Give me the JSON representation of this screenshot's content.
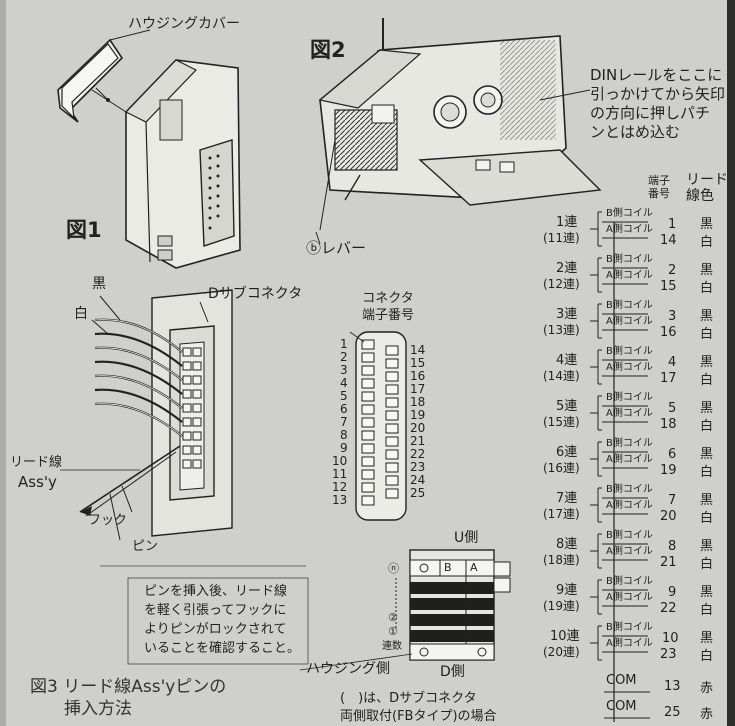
{
  "figures": {
    "fig1": {
      "number": "図1",
      "housing_cover": "ハウジングカバー",
      "black": "黒",
      "white": "白",
      "dsub_connector": "Dサブコネクタ",
      "lead_assy_line1": "リード線",
      "lead_assy_line2": "Ass'y",
      "hook": "フック",
      "pin": "ピン",
      "instruction": [
        "ピンを挿入後、リード線",
        "を軽く引張ってフックに",
        "よりピンがロックされて",
        "いることを確認すること。"
      ]
    },
    "fig2": {
      "number": "図2",
      "din_note": [
        "DINレールをここに",
        "引っかけてから矢印",
        "の方向に押しパチ",
        "ンとはめ込む"
      ],
      "lever": "ⓑレバー"
    },
    "connector": {
      "title_line1": "コネクタ",
      "title_line2": "端子番号",
      "left_pins": [
        "1",
        "2",
        "3",
        "4",
        "5",
        "6",
        "7",
        "8",
        "9",
        "10",
        "11",
        "12",
        "13"
      ],
      "right_pins": [
        "14",
        "15",
        "16",
        "17",
        "18",
        "19",
        "20",
        "21",
        "22",
        "23",
        "24",
        "25"
      ]
    },
    "manifold": {
      "u_side": "U側",
      "d_side": "D側",
      "b": "B",
      "a": "A",
      "n": "ⓝ",
      "two": "②",
      "one": "①",
      "stations": "連数",
      "housing_side": "ハウジング側"
    },
    "fig3_caption": [
      "図3 リード線Ass'yピンの",
      "挿入方法"
    ],
    "footnote": [
      "(　)は、Dサブコネクタ",
      "両側取付(FBタイプ)の場合"
    ]
  },
  "wiring_table": {
    "header_terminal": [
      "端子",
      "番号"
    ],
    "header_lead": [
      "リード",
      "線色"
    ],
    "coil_b": "B側コイル",
    "coil_a": "A側コイル",
    "rows": [
      {
        "station": "1連",
        "alt": "(11連)",
        "b_pin": "1",
        "a_pin": "14",
        "b_color": "黒",
        "a_color": "白"
      },
      {
        "station": "2連",
        "alt": "(12連)",
        "b_pin": "2",
        "a_pin": "15",
        "b_color": "黒",
        "a_color": "白"
      },
      {
        "station": "3連",
        "alt": "(13連)",
        "b_pin": "3",
        "a_pin": "16",
        "b_color": "黒",
        "a_color": "白"
      },
      {
        "station": "4連",
        "alt": "(14連)",
        "b_pin": "4",
        "a_pin": "17",
        "b_color": "黒",
        "a_color": "白"
      },
      {
        "station": "5連",
        "alt": "(15連)",
        "b_pin": "5",
        "a_pin": "18",
        "b_color": "黒",
        "a_color": "白"
      },
      {
        "station": "6連",
        "alt": "(16連)",
        "b_pin": "6",
        "a_pin": "19",
        "b_color": "黒",
        "a_color": "白"
      },
      {
        "station": "7連",
        "alt": "(17連)",
        "b_pin": "7",
        "a_pin": "20",
        "b_color": "黒",
        "a_color": "白"
      },
      {
        "station": "8連",
        "alt": "(18連)",
        "b_pin": "8",
        "a_pin": "21",
        "b_color": "黒",
        "a_color": "白"
      },
      {
        "station": "9連",
        "alt": "(19連)",
        "b_pin": "9",
        "a_pin": "22",
        "b_color": "黒",
        "a_color": "白"
      },
      {
        "station": "10連",
        "alt": "(20連)",
        "b_pin": "10",
        "a_pin": "23",
        "b_color": "黒",
        "a_color": "白"
      }
    ],
    "com": [
      {
        "label": "COM",
        "pin": "13",
        "color": "赤"
      },
      {
        "label": "COM",
        "pin": "25",
        "color": "赤"
      }
    ]
  }
}
